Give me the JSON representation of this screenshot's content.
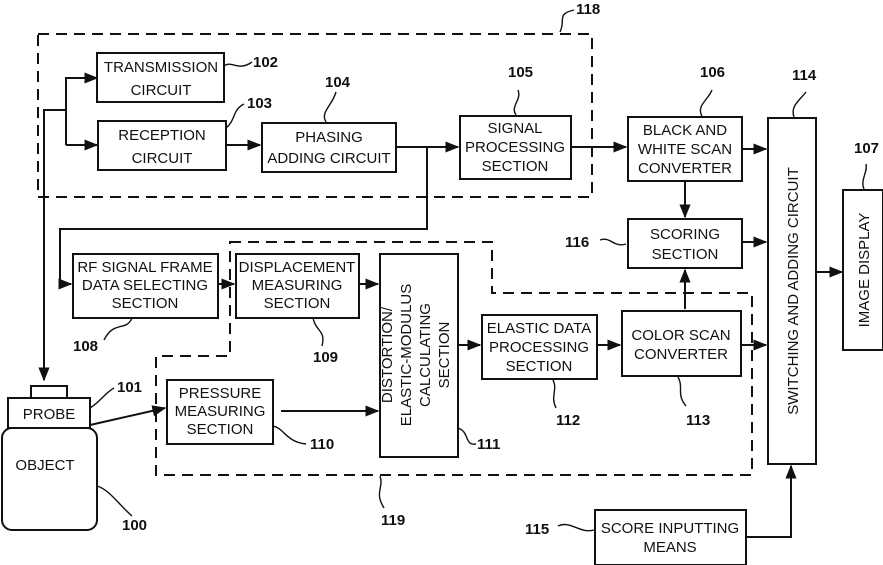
{
  "diagram": {
    "type": "block-diagram",
    "blocks": {
      "transmission": {
        "ref": "102",
        "lines": [
          "TRANSMISSION",
          "CIRCUIT"
        ]
      },
      "reception": {
        "ref": "103",
        "lines": [
          "RECEPTION",
          "CIRCUIT"
        ]
      },
      "phasing": {
        "ref": "104",
        "lines": [
          "PHASING",
          "ADDING CIRCUIT"
        ]
      },
      "signal_processing": {
        "ref": "105",
        "lines": [
          "SIGNAL",
          "PROCESSING",
          "SECTION"
        ]
      },
      "bw_scan": {
        "ref": "106",
        "lines": [
          "BLACK AND",
          "WHITE SCAN",
          "CONVERTER"
        ]
      },
      "switching": {
        "ref": "114",
        "lines": [
          "SWITCHING AND ADDING CIRCUIT"
        ]
      },
      "image_display": {
        "ref": "107",
        "lines": [
          "IMAGE DISPLAY"
        ]
      },
      "scoring": {
        "ref": "116",
        "lines": [
          "SCORING",
          "SECTION"
        ]
      },
      "rf_frame": {
        "ref": "108",
        "lines": [
          "RF SIGNAL FRAME",
          "DATA SELECTING",
          "SECTION"
        ]
      },
      "displacement": {
        "ref": "109",
        "lines": [
          "DISPLACEMENT",
          "MEASURING",
          "SECTION"
        ]
      },
      "distortion": {
        "ref": "111",
        "lines": [
          "DISTORTION/",
          "ELASTIC-MODULUS",
          "CALCULATING",
          "SECTION"
        ]
      },
      "elastic_data": {
        "ref": "112",
        "lines": [
          "ELASTIC DATA",
          "PROCESSING",
          "SECTION"
        ]
      },
      "color_scan": {
        "ref": "113",
        "lines": [
          "COLOR SCAN",
          "CONVERTER"
        ]
      },
      "pressure": {
        "ref": "110",
        "lines": [
          "PRESSURE",
          "MEASURING",
          "SECTION"
        ]
      },
      "probe": {
        "ref": "101",
        "lines": [
          "PROBE"
        ]
      },
      "object": {
        "ref": "100",
        "lines": [
          "OBJECT"
        ]
      },
      "score_input": {
        "ref": "115",
        "lines": [
          "SCORE INPUTTING",
          "MEANS"
        ]
      }
    },
    "groups": {
      "upper": {
        "ref": "118"
      },
      "lower": {
        "ref": "119"
      }
    }
  }
}
